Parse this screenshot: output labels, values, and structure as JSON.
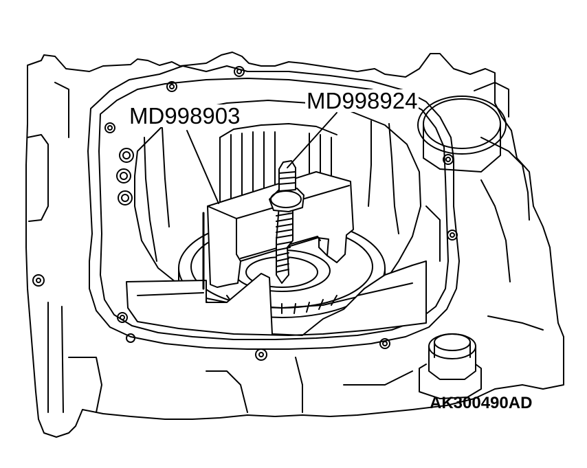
{
  "callouts": {
    "tool_left": "MD998903",
    "tool_right": "MD998924"
  },
  "figure_code": "AK300490AD",
  "colors": {
    "line": "#000000",
    "background": "#ffffff"
  }
}
